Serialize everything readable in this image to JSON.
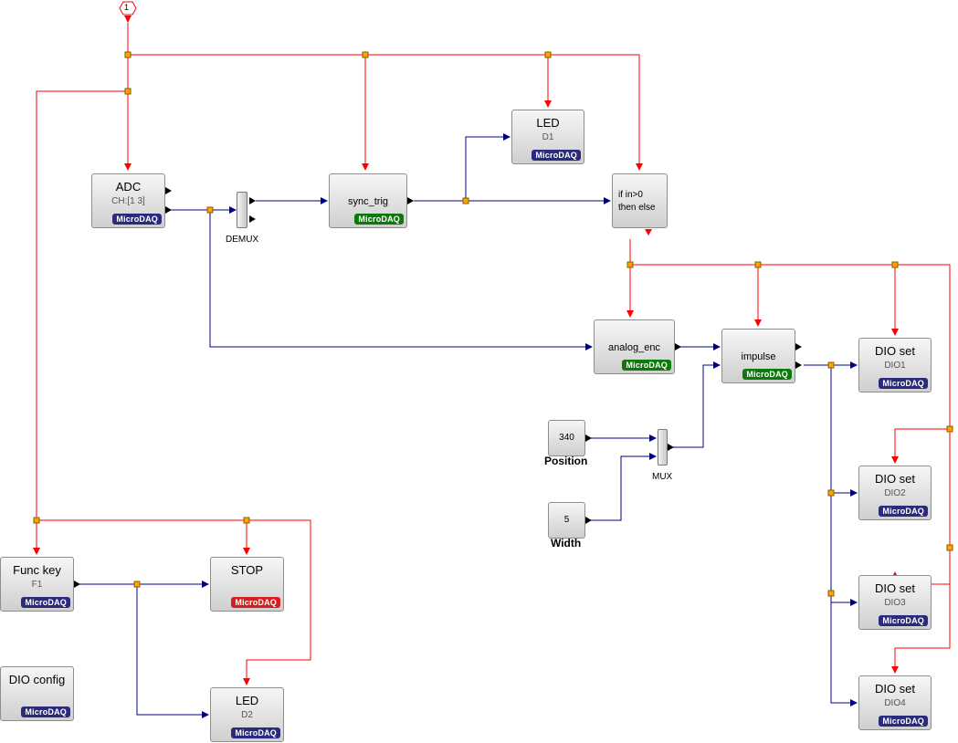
{
  "blocks": {
    "adc": {
      "title": "ADC",
      "sub": "CH:[1 3]",
      "badge": "MicroDAQ"
    },
    "led_d1": {
      "title": "LED",
      "sub": "D1",
      "badge": "MicroDAQ"
    },
    "sync_trig": {
      "title": "sync_trig",
      "badge": "MicroDAQ"
    },
    "if_then_else": {
      "line1": "if in>0",
      "line2": "then else"
    },
    "analog_enc": {
      "title": "analog_enc",
      "badge": "MicroDAQ"
    },
    "impulse": {
      "title": "impulse",
      "badge": "MicroDAQ"
    },
    "dio_set_1": {
      "title": "DIO set",
      "sub": "DIO1",
      "badge": "MicroDAQ"
    },
    "dio_set_2": {
      "title": "DIO set",
      "sub": "DIO2",
      "badge": "MicroDAQ"
    },
    "dio_set_3": {
      "title": "DIO set",
      "sub": "DIO3",
      "badge": "MicroDAQ"
    },
    "dio_set_4": {
      "title": "DIO set",
      "sub": "DIO4",
      "badge": "MicroDAQ"
    },
    "func_key": {
      "title": "Func key",
      "sub": "F1",
      "badge": "MicroDAQ"
    },
    "stop": {
      "title": "STOP",
      "badge": "MicroDAQ"
    },
    "led_d2": {
      "title": "LED",
      "sub": "D2",
      "badge": "MicroDAQ"
    },
    "dio_config": {
      "title": "DIO config",
      "badge": "MicroDAQ"
    }
  },
  "demux": {
    "label": "DEMUX"
  },
  "mux": {
    "label": "MUX"
  },
  "constants": {
    "position": {
      "value": "340",
      "label": "Position"
    },
    "width": {
      "value": "5",
      "label": "Width"
    }
  },
  "event_input": {
    "label": "1"
  },
  "colors": {
    "event_link": "#ff0000",
    "data_link": "#00008b",
    "split_point": "#ffa500",
    "badge_blue": "#2b2b7e",
    "badge_green": "#0b7a0b",
    "badge_red": "#d61e1e"
  }
}
